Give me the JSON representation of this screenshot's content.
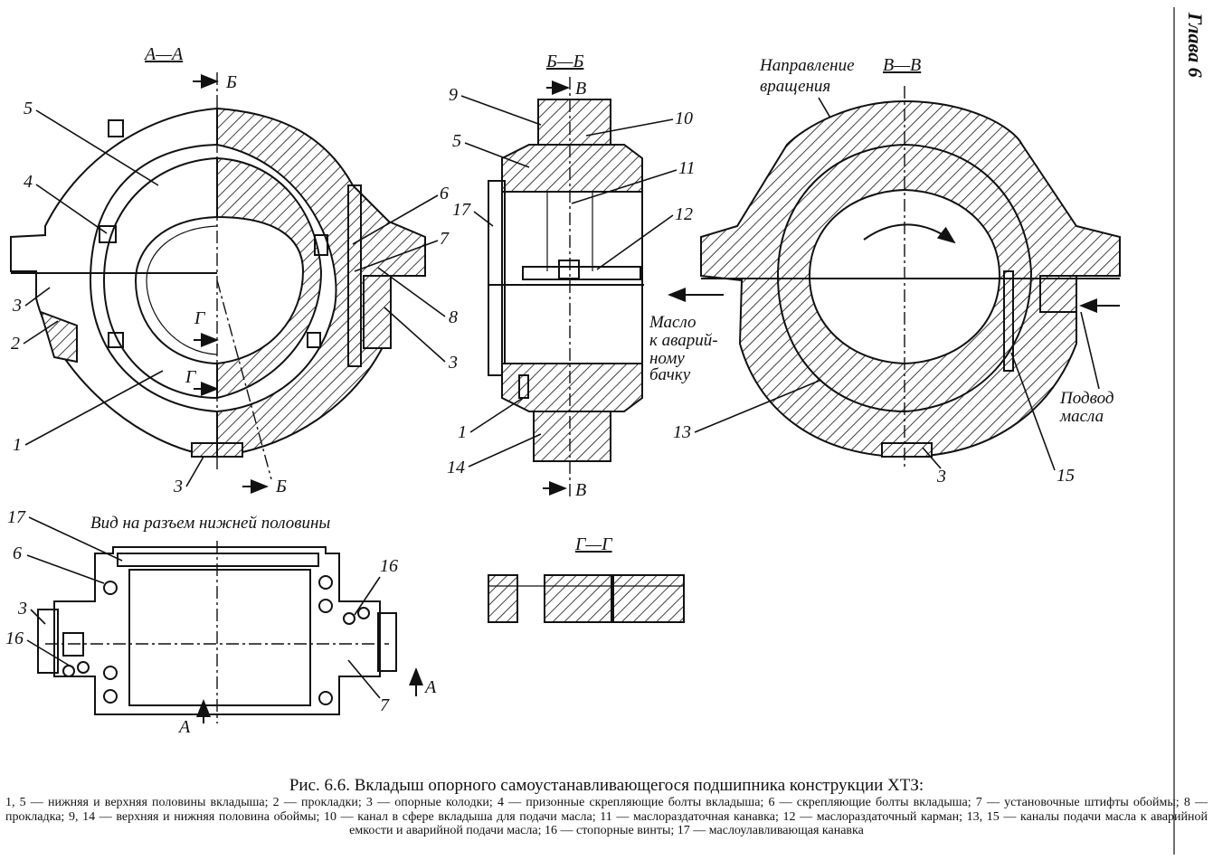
{
  "chapter_tab": "Глава 6",
  "sections": {
    "aa": "А—А",
    "bb": "Б—Б",
    "vv": "В—В",
    "gg": "Г—Г"
  },
  "cut_marks": {
    "a": "А",
    "b": "Б",
    "v": "В",
    "g": "Г"
  },
  "annotations": {
    "rotation_direction": [
      "Направление",
      "вращения"
    ],
    "oil_to_tank": [
      "Масло",
      "к аварий-",
      "ному",
      "бачку"
    ],
    "oil_supply": [
      "Подвод",
      "масла"
    ],
    "lower_half_view": "Вид на разъем нижней половины"
  },
  "part_numbers": {
    "aa": [
      "5",
      "4",
      "3",
      "2",
      "1",
      "3",
      "6",
      "7",
      "8",
      "3"
    ],
    "bb": [
      "9",
      "5",
      "17",
      "1",
      "14",
      "10",
      "11",
      "12"
    ],
    "vv": [
      "13",
      "3",
      "15"
    ],
    "lower": [
      "17",
      "6",
      "3",
      "16",
      "16",
      "7"
    ]
  },
  "caption": {
    "title": "Рис. 6.6. Вкладыш опорного самоустанавливающегося подшипника конструкции ХТЗ:",
    "body": "1, 5 — нижняя и верхняя половины вкладыша; 2 — прокладки; 3 — опорные колодки; 4 — призонные скрепляющие болты вкладыша; 6 — скрепляющие болты вкладыша; 7 — установочные штифты обоймы; 8 — прокладка; 9, 14 — верхняя и нижняя половина обоймы; 10 — канал в сфере вкладыша для подачи масла; 11 — маслораздаточная канавка; 12 — маслораздаточный карман; 13, 15 — каналы подачи масла к аварийной емкости и аварийной подачи масла; 16 — стопорные винты; 17 — маслоулавливающая канавка"
  }
}
